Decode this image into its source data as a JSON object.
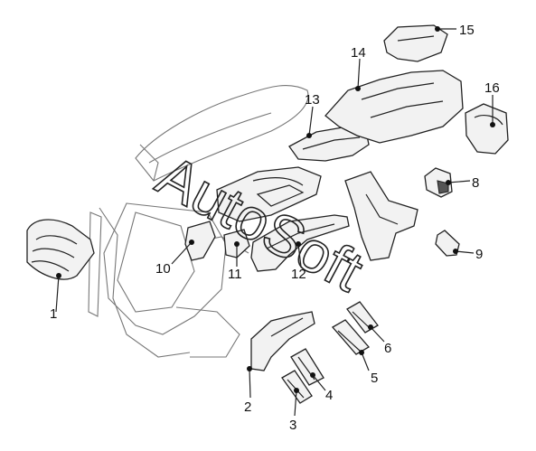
{
  "watermark": "AutoSoft",
  "callouts": [
    {
      "id": "1",
      "label": "1"
    },
    {
      "id": "2",
      "label": "2"
    },
    {
      "id": "3",
      "label": "3"
    },
    {
      "id": "4",
      "label": "4"
    },
    {
      "id": "5",
      "label": "5"
    },
    {
      "id": "6",
      "label": "6"
    },
    {
      "id": "8",
      "label": "8"
    },
    {
      "id": "9",
      "label": "9"
    },
    {
      "id": "10",
      "label": "10"
    },
    {
      "id": "11",
      "label": "11"
    },
    {
      "id": "12",
      "label": "12"
    },
    {
      "id": "13",
      "label": "13"
    },
    {
      "id": "14",
      "label": "14"
    },
    {
      "id": "15",
      "label": "15"
    },
    {
      "id": "16",
      "label": "16"
    }
  ]
}
